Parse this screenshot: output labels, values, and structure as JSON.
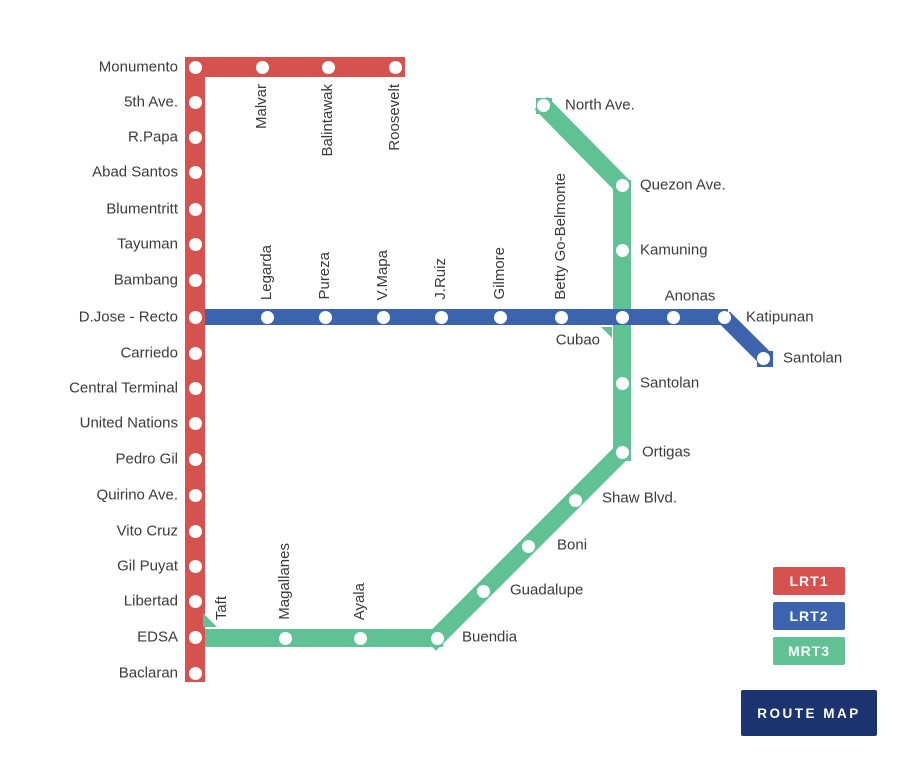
{
  "colors": {
    "lrt1": "#d6524f",
    "lrt2": "#3c63ae",
    "mrt3": "#5fc194",
    "button": "#1b3470",
    "label_text": "#3b3b3b"
  },
  "lrt1": {
    "name": "LRT1",
    "vertical_stations": [
      "Monumento",
      "5th Ave.",
      "R.Papa",
      "Abad Santos",
      "Blumentritt",
      "Tayuman",
      "Bambang",
      "D.Jose - Recto",
      "Carriedo",
      "Central Terminal",
      "United Nations",
      "Pedro Gil",
      "Quirino Ave.",
      "Vito Cruz",
      "Gil Puyat",
      "Libertad",
      "EDSA",
      "Baclaran"
    ],
    "top_stations": [
      "Malvar",
      "Balintawak",
      "Roosevelt"
    ]
  },
  "lrt2": {
    "name": "LRT2",
    "rotated_stations": [
      "Legarda",
      "Pureza",
      "V.Mapa",
      "J.Ruiz",
      "Gilmore",
      "Betty Go-Belmonte"
    ],
    "junction": "Cubao",
    "right_stations": [
      "Anonas",
      "Katipunan",
      "Santolan"
    ]
  },
  "mrt3": {
    "name": "MRT3",
    "stations": [
      "North Ave.",
      "Quezon Ave.",
      "Kamuning",
      "Santolan",
      "Ortigas",
      "Shaw Blvd.",
      "Boni",
      "Guadalupe",
      "Buendia"
    ],
    "bottom_rotated": [
      "Taft",
      "Magallanes",
      "Ayala"
    ]
  },
  "legend": {
    "items": [
      {
        "label": "LRT1",
        "color": "#d6524f"
      },
      {
        "label": "LRT2",
        "color": "#3c63ae"
      },
      {
        "label": "MRT3",
        "color": "#5fc194"
      }
    ]
  },
  "button": {
    "label": "ROUTE MAP"
  }
}
